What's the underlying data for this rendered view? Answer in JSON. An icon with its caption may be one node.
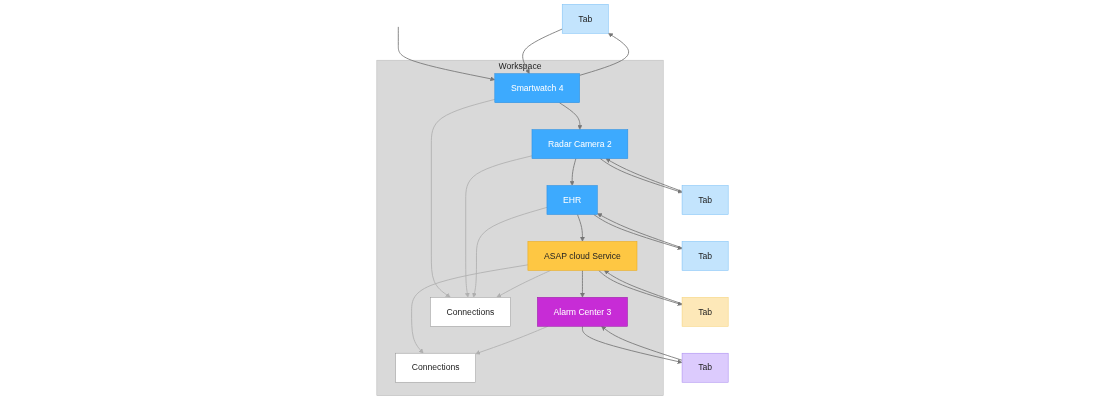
{
  "diagram": {
    "nodes": [
      {
        "text": [
          "Tab"
        ]
      },
      {
        "text": [
          "Tab"
        ]
      },
      {
        "text": [
          "Tab"
        ]
      },
      {
        "text": [
          "Tab"
        ]
      },
      {
        "text": [
          "Tab"
        ]
      },
      {
        "text": [
          "Workspace"
        ]
      },
      {
        "text": [
          "Smartwatch 4"
        ],
        "in": 5
      },
      {
        "text": [
          "Radar Camera 2"
        ],
        "in": 5
      },
      {
        "text": [
          "EHR"
        ],
        "in": 5
      },
      {
        "text": [
          "ASAP cloud Service"
        ],
        "in": 5
      },
      {
        "text": [
          "Alarm Center 3"
        ],
        "in": 5
      },
      {
        "text": [
          "Connections"
        ],
        "in": 5
      },
      {
        "text": [
          "Connections"
        ],
        "in": 5
      }
    ],
    "edges": [
      {
        "from": null,
        "to": 6,
        "arrow": "to"
      },
      {
        "from": 6,
        "to": 0,
        "arrow": "to"
      },
      {
        "from": 0,
        "to": 6,
        "arrow": "to"
      },
      {
        "from": 7,
        "to": 1,
        "arrow": "to"
      },
      {
        "from": 1,
        "to": 7,
        "arrow": "to"
      },
      {
        "from": 8,
        "to": 2,
        "arrow": "to"
      },
      {
        "from": 2,
        "to": 8,
        "arrow": "to"
      },
      {
        "from": 9,
        "to": 3,
        "arrow": "to"
      },
      {
        "from": 3,
        "to": 9,
        "arrow": "to"
      },
      {
        "from": 10,
        "to": 4,
        "arrow": "to"
      },
      {
        "from": 4,
        "to": 10,
        "arrow": "to"
      },
      {
        "from": 6,
        "to": 7,
        "arrow": "to"
      },
      {
        "from": 7,
        "to": 8,
        "arrow": "to"
      },
      {
        "from": 8,
        "to": 9,
        "arrow": "to"
      },
      {
        "from": 9,
        "to": 10,
        "arrow": "to"
      },
      {
        "from": 6,
        "to": 11,
        "arrow": "to",
        "color": "#b0b0b0"
      },
      {
        "from": 7,
        "to": 11,
        "arrow": "to",
        "color": "#b0b0b0"
      },
      {
        "from": 8,
        "to": 11,
        "arrow": "to",
        "color": "#b0b0b0"
      },
      {
        "from": 9,
        "to": 11,
        "arrow": "to",
        "color": "#b0b0b0"
      },
      {
        "from": 9,
        "to": 12,
        "arrow": "to",
        "color": "#b0b0b0"
      },
      {
        "from": 10,
        "to": 12,
        "arrow": "to",
        "color": "#b0b0b0"
      }
    ]
  }
}
